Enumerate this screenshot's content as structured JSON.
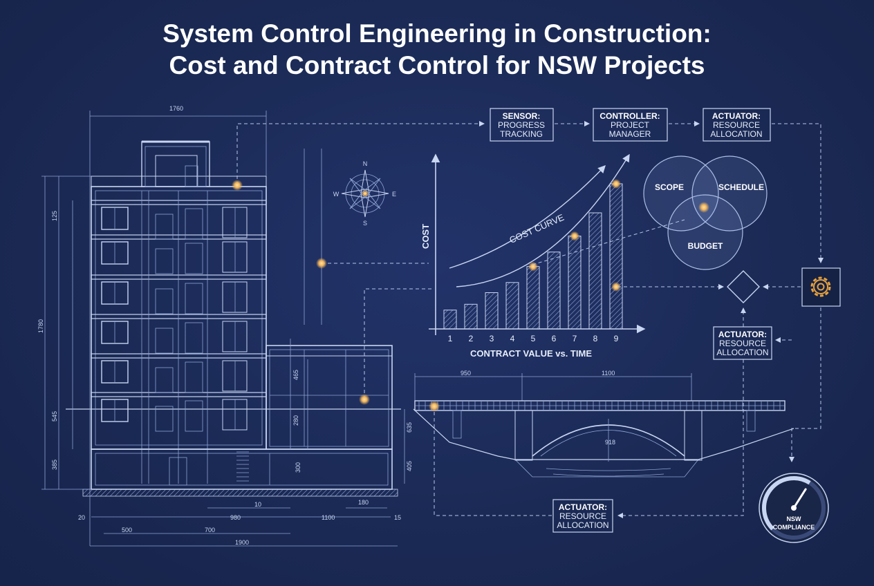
{
  "title": {
    "line1": "System Control Engineering in Construction:",
    "line2": "Cost and Contract Control for NSW Projects"
  },
  "flow": {
    "sensor": {
      "head": "SENSOR:",
      "l1": "PROGRESS",
      "l2": "TRACKING"
    },
    "controller": {
      "head": "CONTROLLER:",
      "l1": "PROJECT",
      "l2": "MANAGER"
    },
    "actuator_top": {
      "head": "ACTUATOR:",
      "l1": "RESOURCE",
      "l2": "ALLOCATION"
    },
    "actuator_right": {
      "head": "ACTUATOR:",
      "l1": "RESOURCE",
      "l2": "ALLOCATION"
    },
    "actuator_bottom": {
      "head": "ACTUATOR:",
      "l1": "RESOURCE",
      "l2": "ALLOCATION"
    }
  },
  "compass": {
    "n": "N",
    "s": "S",
    "e": "E",
    "w": "W"
  },
  "venn": {
    "scope": "SCOPE",
    "schedule": "SCHEDULE",
    "budget": "BUDGET"
  },
  "gauge": {
    "l1": "NSW",
    "l2": "COMPLIANCE",
    "level": 0.62
  },
  "chart_data": {
    "type": "bar",
    "categories": [
      "1",
      "2",
      "3",
      "4",
      "5",
      "6",
      "7",
      "8",
      "9"
    ],
    "values": [
      1.3,
      1.7,
      2.5,
      3.2,
      4.3,
      5.3,
      6.4,
      8.0,
      10.0
    ],
    "xlabel": "CONTRACT VALUE vs. TIME",
    "ylabel": "COST",
    "annotation": "COST CURVE",
    "ylim": [
      0,
      12
    ],
    "grid": false
  },
  "dims": {
    "d1760": "1760",
    "d1900": "1900",
    "d1100a": "1100",
    "d980": "980",
    "d700": "700",
    "d500": "500",
    "d20": "20",
    "d15": "15",
    "d10": "10",
    "d180": "180",
    "d950": "950",
    "d1100b": "1100",
    "d1780": "1780",
    "d300": "300",
    "d280": "280",
    "d465": "465",
    "d405": "405",
    "d918": "918",
    "d635": "635",
    "d125": "125",
    "d385": "385",
    "d545": "545"
  },
  "colors": {
    "background": "#1b2a52",
    "line": "#c9d6f2",
    "glow": "#f2b55a",
    "gear": "#e8a23c"
  }
}
